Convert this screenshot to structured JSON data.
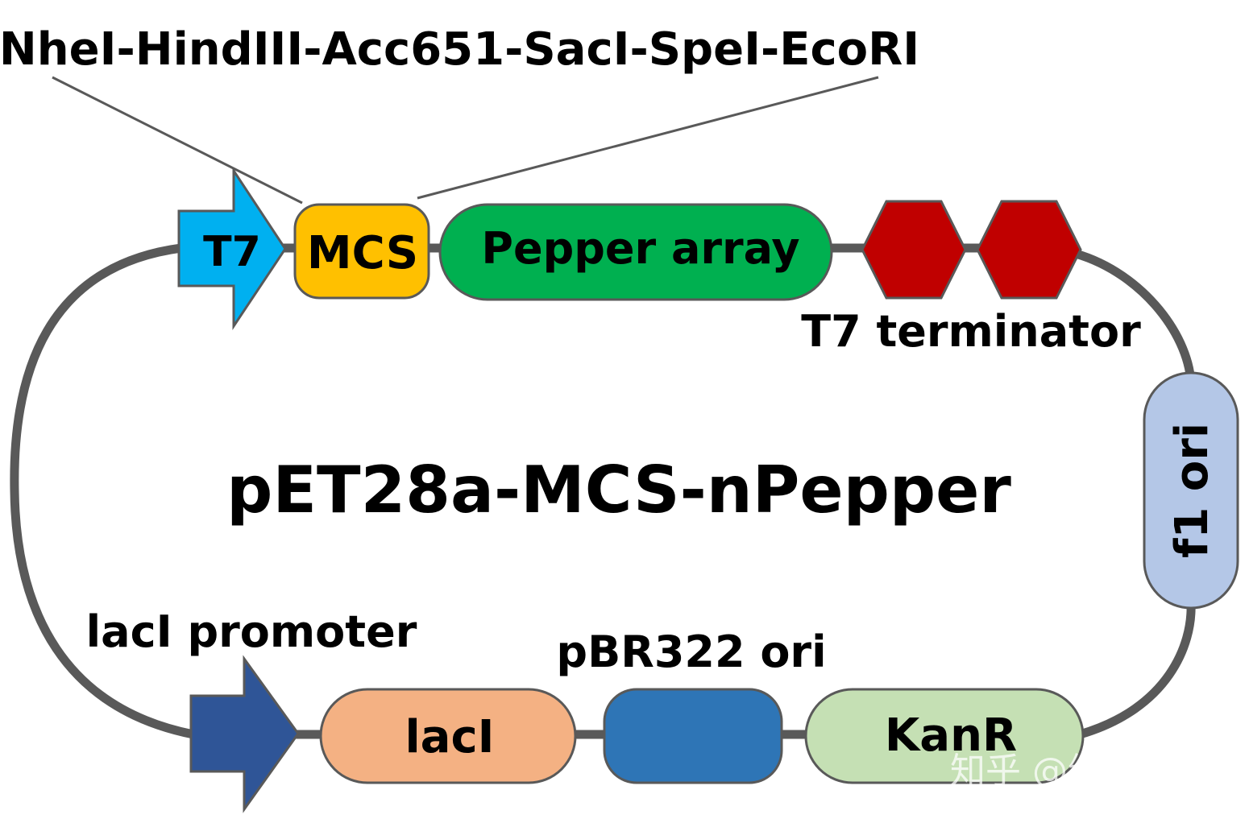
{
  "diagram": {
    "title": "pET28a-MCS-nPepper",
    "mcs_sites": "NheI-HindIII-Acc651-SacI-SpeI-EcoRI",
    "features": {
      "t7_promoter": "T7",
      "mcs": "MCS",
      "pepper_array": "Pepper array",
      "t7_terminator": "T7 terminator",
      "f1_ori": "f1 ori",
      "kanr": "KanR",
      "pbr322_ori": "pBR322 ori",
      "laci": "lacI",
      "laci_promoter": "lacI promoter"
    },
    "watermark": "知乎 @纳莹生物"
  },
  "colors": {
    "backbone": "#595959",
    "t7_promoter": "#00B0F0",
    "mcs": "#FFC000",
    "pepper_array": "#00B050",
    "t7_terminator": "#C00000",
    "f1_ori": "#B4C7E7",
    "kanr": "#C5E0B4",
    "pbr322_ori": "#2E75B6",
    "laci": "#F4B183",
    "laci_promoter": "#2F5597"
  }
}
